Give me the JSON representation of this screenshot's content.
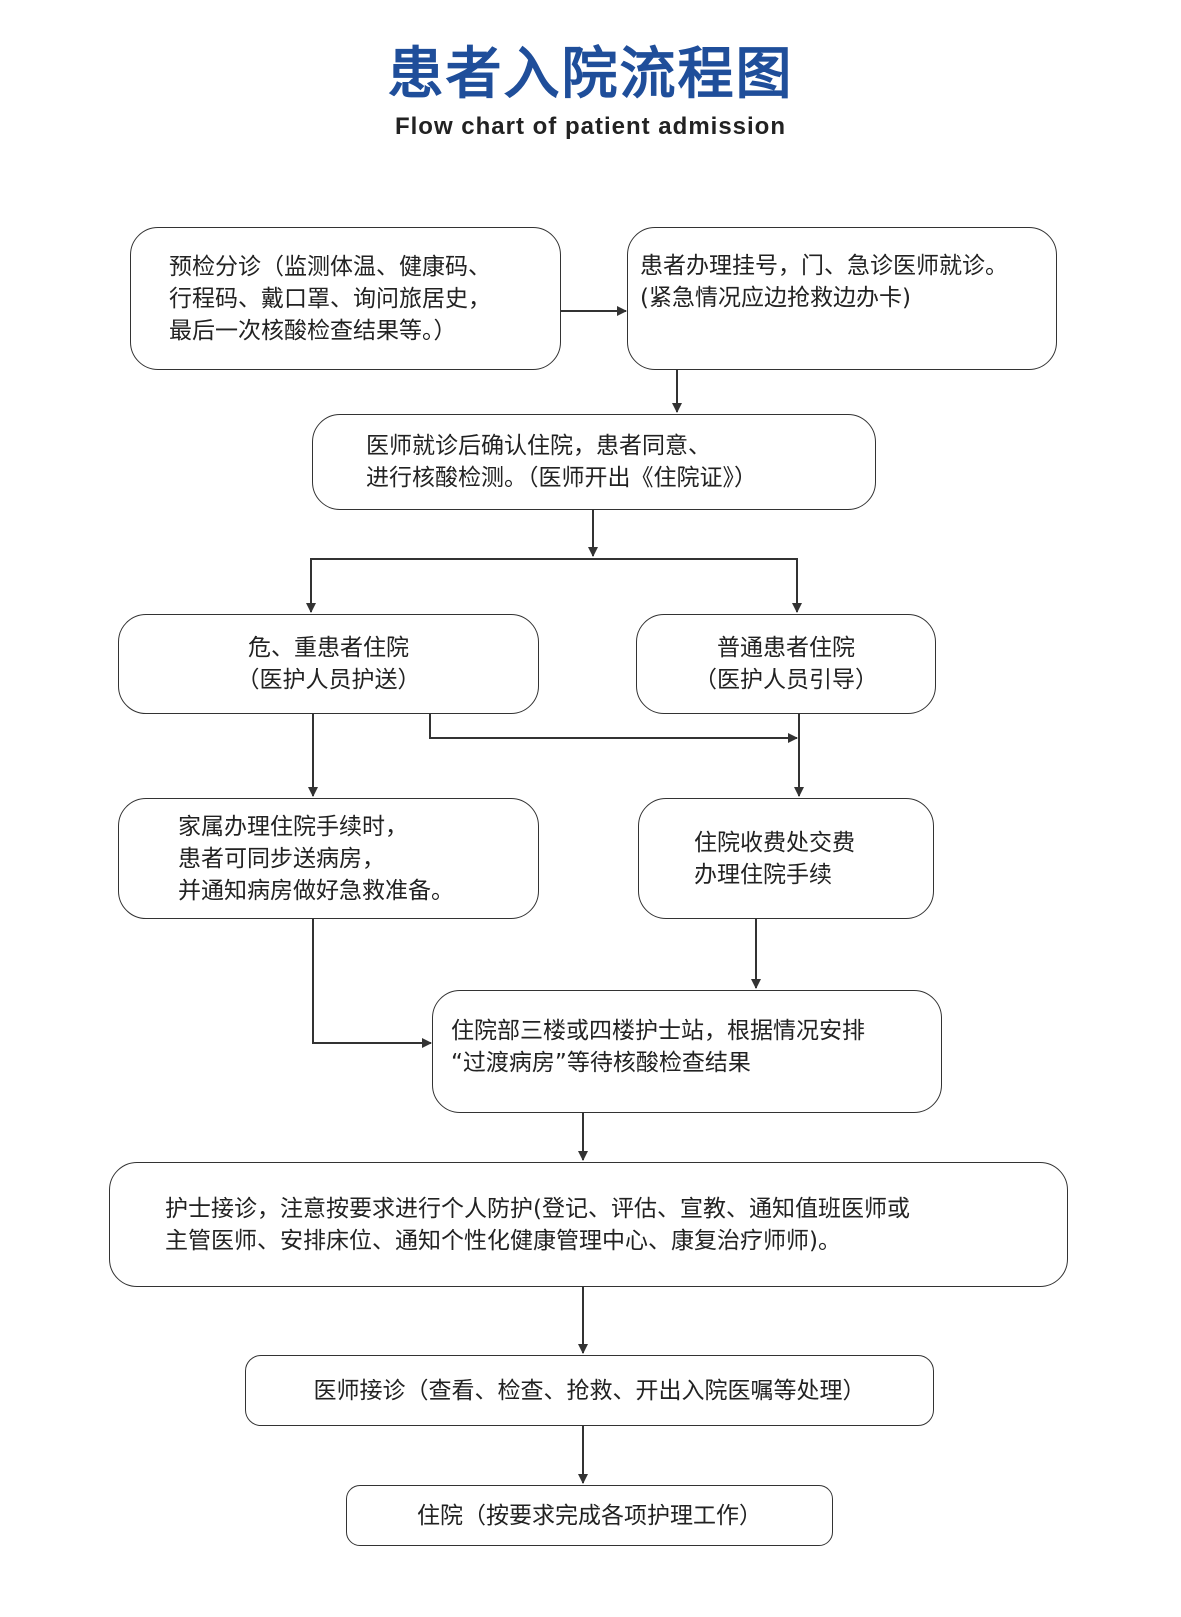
{
  "header": {
    "title": "患者入院流程图",
    "subtitle": "Flow chart of patient admission"
  },
  "nodes": {
    "pre_check": [
      "预检分诊（监测体温、健康码、",
      "行程码、戴口罩、询问旅居史，",
      "最后一次核酸检查结果等。）"
    ],
    "registration": [
      "患者办理挂号，门、急诊医师就诊。",
      "(紧急情况应边抢救边办卡)"
    ],
    "confirm": [
      "医师就诊后确认住院，患者同意、",
      "进行核酸检测。（医师开出《住院证》）"
    ],
    "critical": [
      "危、重患者住院",
      "（医护人员护送）"
    ],
    "normal": [
      "普通患者住院",
      "（医护人员引导）"
    ],
    "family": [
      "家属办理住院手续时，",
      "患者可同步送病房，",
      "并通知病房做好急救准备。"
    ],
    "payment": [
      "住院收费处交费",
      "办理住院手续"
    ],
    "transition": [
      "住院部三楼或四楼护士站，根据情况安排",
      "“过渡病房”等待核酸检查结果"
    ],
    "nurse": [
      "护士接诊，注意按要求进行个人防护(登记、评估、宣教、通知值班医师或",
      "主管医师、安排床位、通知个性化健康管理中心、康复治疗师师)。"
    ],
    "doctor": [
      "医师接诊（查看、检查、抢救、开出入院医嘱等处理）"
    ],
    "admit": [
      "住院（按要求完成各项护理工作）"
    ]
  },
  "colors": {
    "title": "#1f4e9a",
    "line": "#333333",
    "text": "#222222"
  }
}
